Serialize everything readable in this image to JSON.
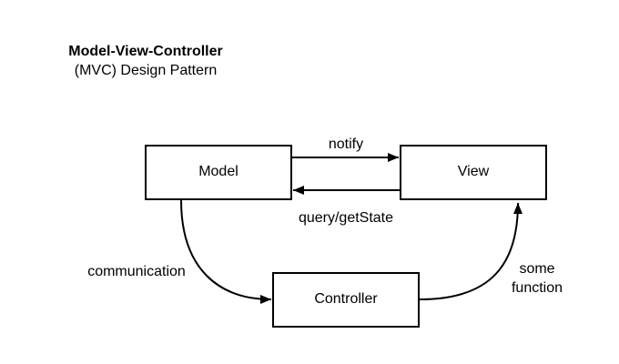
{
  "header": {
    "title": "Model-View-Controller",
    "subtitle": "(MVC) Design Pattern"
  },
  "nodes": {
    "model": {
      "label": "Model"
    },
    "view": {
      "label": "View"
    },
    "controller": {
      "label": "Controller"
    }
  },
  "edges": {
    "notify": {
      "label": "notify"
    },
    "query": {
      "label": "query/getState"
    },
    "communication": {
      "label": "communication"
    },
    "some_function": {
      "line1": "some",
      "line2": "function"
    }
  },
  "colors": {
    "stroke": "#000000",
    "fill": "#ffffff"
  }
}
